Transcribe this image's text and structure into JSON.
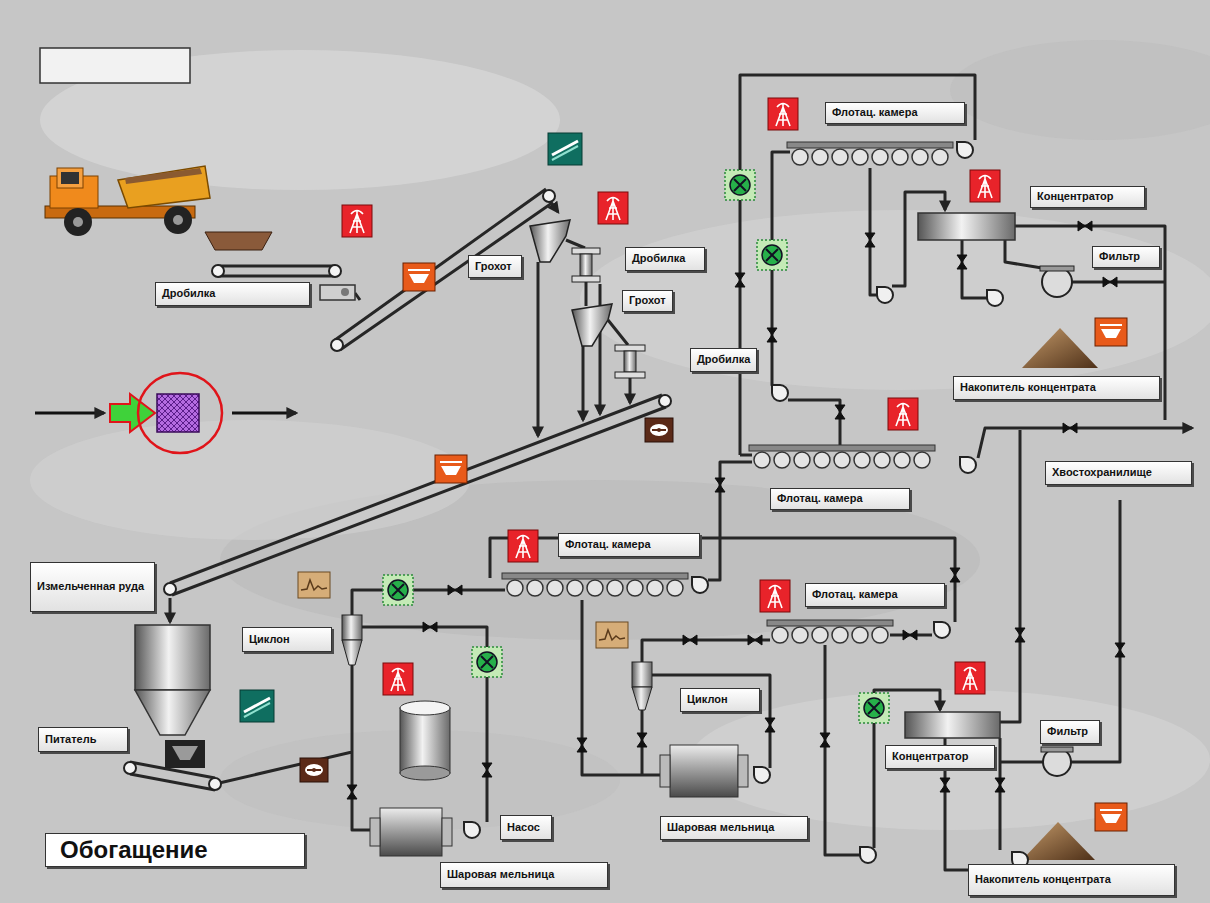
{
  "diagram": {
    "title": "Обогащение",
    "nodes": [
      {
        "text": [
          "Флотац. камера"
        ]
      },
      {
        "text": [
          "Концентратор"
        ]
      },
      {
        "text": [
          "Дробилка"
        ]
      },
      {
        "text": [
          "Фильтр"
        ]
      },
      {
        "text": [
          "Грохот"
        ]
      },
      {
        "text": [
          "Дробилка"
        ]
      },
      {
        "text": [
          "Грохот"
        ]
      },
      {
        "text": [
          "Дробилка"
        ]
      },
      {
        "text": [
          "Накопитель концентрата"
        ]
      },
      {
        "text": [
          "Хвостохранилище"
        ]
      },
      {
        "text": [
          "Флотац. камера"
        ]
      },
      {
        "text": [
          "Флотац. камера"
        ]
      },
      {
        "text": [
          "Измельченная руда"
        ]
      },
      {
        "text": [
          "Флотац. камера"
        ]
      },
      {
        "text": [
          "Циклон"
        ]
      },
      {
        "text": [
          "Циклон"
        ]
      },
      {
        "text": [
          "Фильтр"
        ]
      },
      {
        "text": [
          "Питатель"
        ]
      },
      {
        "text": [
          "Концентратор"
        ]
      },
      {
        "text": [
          "Шаровая мельница"
        ]
      },
      {
        "text": [
          "Насос"
        ]
      },
      {
        "text": [
          "Шаровая мельница"
        ]
      },
      {
        "text": [
          "Накопитель концентрата"
        ]
      }
    ]
  }
}
